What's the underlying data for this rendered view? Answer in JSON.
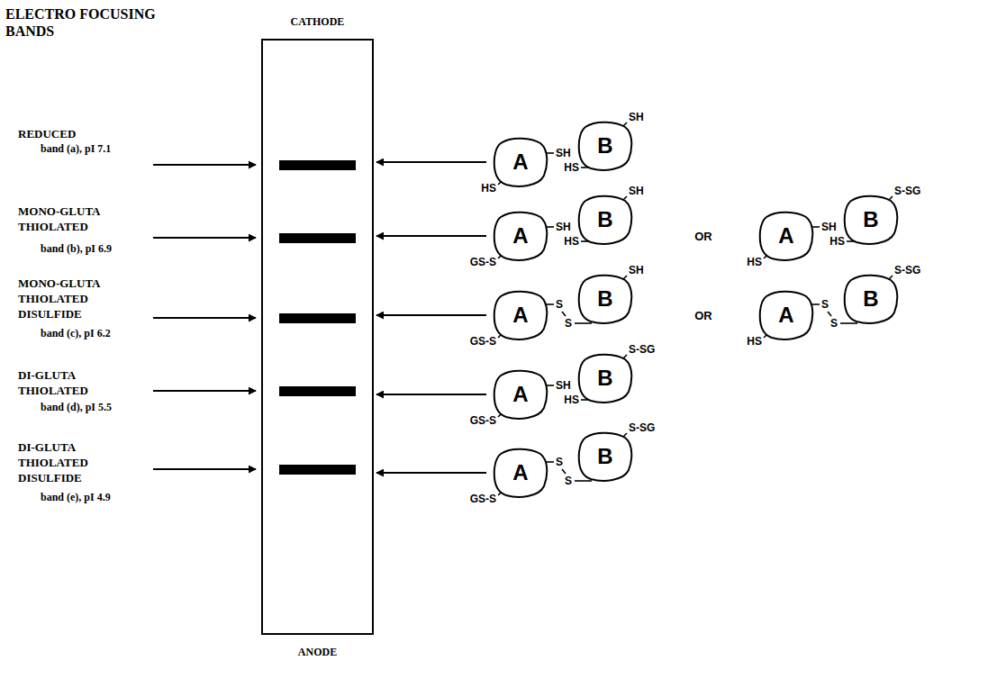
{
  "diagram": {
    "title": "ELECTRO FOCUSING BANDS",
    "nodes": [
      {
        "text": [
          "CATHODE",
          "ANODE"
        ]
      },
      {
        "text": [
          "A"
        ]
      },
      {
        "text": [
          "B"
        ]
      },
      {
        "text": [
          "A"
        ]
      },
      {
        "text": [
          "B"
        ]
      },
      {
        "text": [
          "A"
        ]
      },
      {
        "text": [
          "B"
        ]
      },
      {
        "text": [
          "A"
        ]
      },
      {
        "text": [
          "B"
        ]
      },
      {
        "text": [
          "A"
        ]
      },
      {
        "text": [
          "B"
        ]
      },
      {
        "text": [
          "A"
        ]
      },
      {
        "text": [
          "B"
        ]
      },
      {
        "text": [
          "A"
        ]
      },
      {
        "text": [
          "B"
        ]
      }
    ],
    "edges": [
      {
        "from": 1,
        "to": 0,
        "arrow": "to"
      },
      {
        "from": 3,
        "to": 0,
        "arrow": "to"
      },
      {
        "from": 7,
        "to": 0,
        "arrow": "to"
      },
      {
        "from": 11,
        "to": 0,
        "arrow": "to"
      },
      {
        "from": 13,
        "to": 0,
        "arrow": "to"
      }
    ],
    "labels": [
      "REDUCED",
      "band (a), pI 7.1",
      "MONO-GLUTA THIOLATED",
      "band (b), pI 6.9",
      "MONO-GLUTA THIOLATED DISULFIDE",
      "band (c), pI 6.2",
      "DI-GLUTA THIOLATED",
      "band (d), pI 5.5",
      "DI-GLUTA THIOLATED DISULFIDE",
      "band (e), pI 4.9",
      "HS",
      "SH",
      "HS",
      "SH",
      "GS-S",
      "SH",
      "HS",
      "SH",
      "OR",
      "HS",
      "SH",
      "HS",
      "S-SG",
      "GS-S",
      "S",
      "S",
      "SH",
      "OR",
      "HS",
      "S",
      "S",
      "S-SG",
      "GS-S",
      "SH",
      "HS",
      "S-SG",
      "GS-S",
      "S",
      "S",
      "S-SG"
    ]
  }
}
